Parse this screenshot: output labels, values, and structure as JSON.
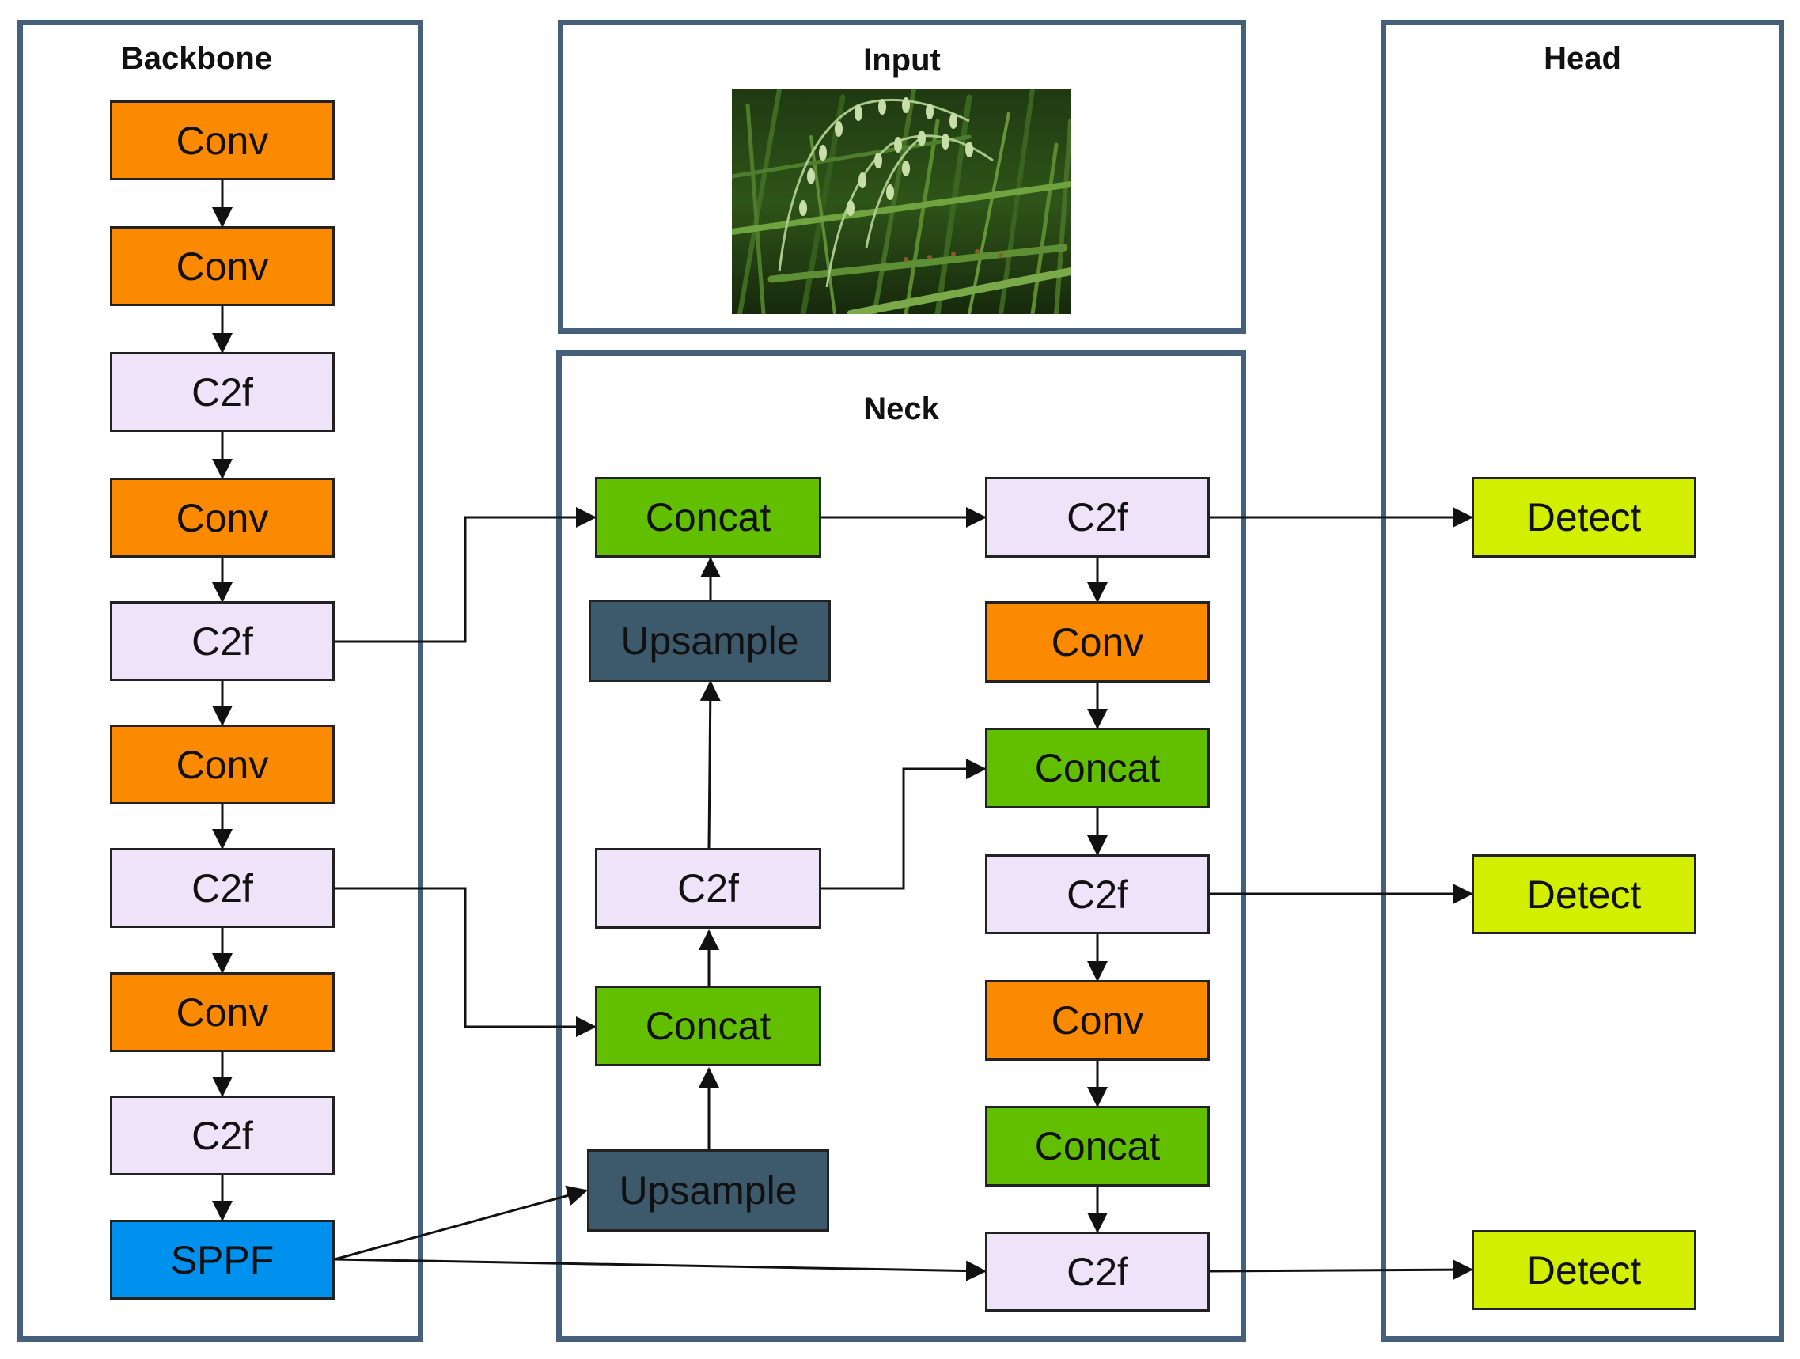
{
  "panels": {
    "backbone": "Backbone",
    "input": "Input",
    "neck": "Neck",
    "head": "Head"
  },
  "backbone_blocks": [
    "Conv",
    "Conv",
    "C2f",
    "Conv",
    "C2f",
    "Conv",
    "C2f",
    "Conv",
    "C2f",
    "SPPF"
  ],
  "neck_left_blocks": [
    "Concat",
    "Upsample",
    "C2f",
    "Concat",
    "Upsample"
  ],
  "neck_right_blocks": [
    "C2f",
    "Conv",
    "Concat",
    "C2f",
    "Conv",
    "Concat",
    "C2f"
  ],
  "head_blocks": [
    "Detect",
    "Detect",
    "Detect"
  ],
  "colors": {
    "panel_border": "#45607a",
    "conv": "#fb8a00",
    "c2f": "#efe3fa",
    "concat": "#62bf00",
    "upsample": "#3d5a6d",
    "sppf": "#0090ee",
    "detect": "#d2ef00"
  }
}
